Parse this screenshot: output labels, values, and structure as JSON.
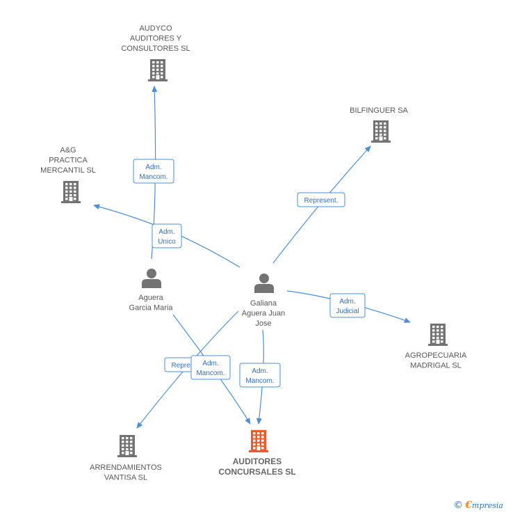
{
  "colors": {
    "edge": "#4a8fd8",
    "node_icon": "#737373",
    "main_icon": "#f05a28",
    "text": "#555555"
  },
  "nodes": [
    {
      "id": "audyco",
      "type": "company",
      "lines": [
        "AUDYCO",
        "AUDITORES Y",
        "CONSULTORES SL"
      ],
      "main": false
    },
    {
      "id": "ag",
      "type": "company",
      "lines": [
        "A&G",
        "PRACTICA",
        "MERCANTIL SL"
      ],
      "main": false
    },
    {
      "id": "bilfinguer",
      "type": "company",
      "lines": [
        "BILFINGUER SA"
      ],
      "main": false
    },
    {
      "id": "aguera",
      "type": "person",
      "lines": [
        "Aguera",
        "Garcia Maria"
      ],
      "main": false
    },
    {
      "id": "galiana",
      "type": "person",
      "lines": [
        "Galiana",
        "Aguera Juan",
        "Jose"
      ],
      "main": false
    },
    {
      "id": "agropecuaria",
      "type": "company",
      "lines": [
        "AGROPECUARIA",
        "MADRIGAL  SL"
      ],
      "main": false
    },
    {
      "id": "arrendamientos",
      "type": "company",
      "lines": [
        "ARRENDAMIENTOS",
        "VANTISA SL"
      ],
      "main": false
    },
    {
      "id": "auditores",
      "type": "company",
      "lines": [
        "AUDITORES",
        "CONCURSALES SL"
      ],
      "main": true
    }
  ],
  "edges": [
    {
      "id": "e1",
      "from": "aguera",
      "to": "audyco",
      "label": [
        "Adm.",
        "Mancom."
      ]
    },
    {
      "id": "e2",
      "from": "galiana",
      "to": "ag",
      "label": [
        "Adm.",
        "Unico"
      ]
    },
    {
      "id": "e3",
      "from": "galiana",
      "to": "bilfinguer",
      "label": [
        "Represent."
      ]
    },
    {
      "id": "e4",
      "from": "galiana",
      "to": "agropecuaria",
      "label": [
        "Adm.",
        "Judicial"
      ]
    },
    {
      "id": "e5",
      "from": "galiana",
      "to": "arrendamientos",
      "label": [
        "Represent."
      ]
    },
    {
      "id": "e6",
      "from": "aguera",
      "to": "auditores",
      "label": [
        "Adm.",
        "Mancom."
      ]
    },
    {
      "id": "e7",
      "from": "galiana",
      "to": "auditores",
      "label": [
        "Adm.",
        "Mancom."
      ]
    }
  ],
  "footer": {
    "copyright": "©",
    "brand_initial": "€",
    "brand_rest": "mpresia"
  }
}
